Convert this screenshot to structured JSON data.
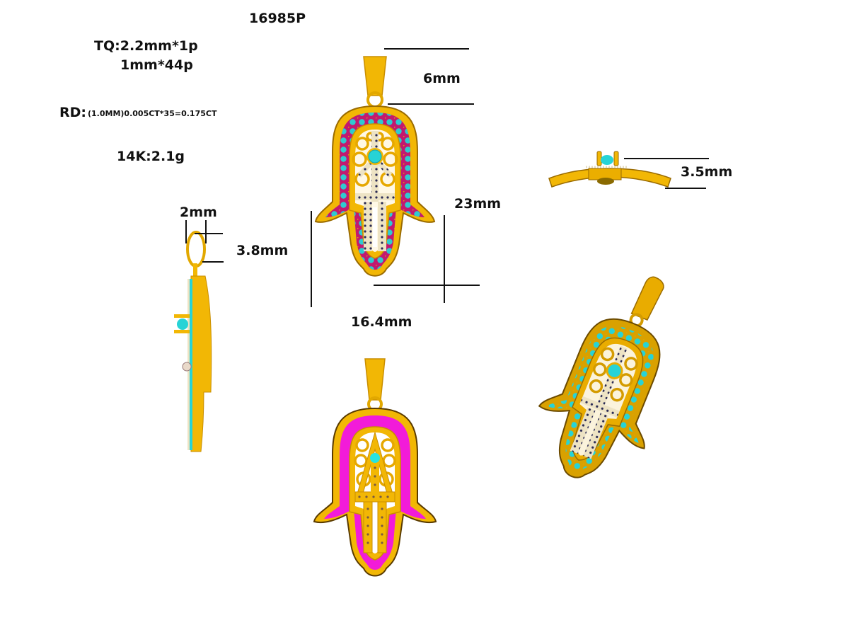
{
  "spec": {
    "model_number": "16985P",
    "tq_label": "TQ:",
    "tq_line1": "2.2mm*1p",
    "tq_line2": "1mm*44p",
    "rd_label": "RD:",
    "rd_value": "(1.0MM)0.005CT*35=0.175CT",
    "metal": "14K:2.1g"
  },
  "dimensions": {
    "bail_height": "6mm",
    "total_height": "23mm",
    "width": "16.4mm",
    "thickness": "3.5mm",
    "bail_opening_width": "2mm",
    "bail_opening_height": "3.8mm"
  },
  "views": {
    "front": "front-view-turquoise",
    "side": "side-view",
    "top": "top-view",
    "back": "back-view-enamel",
    "perspective": "perspective-view"
  },
  "colors": {
    "gold": "#F2B705",
    "gold_dark": "#C98E00",
    "turquoise": "#27D3D6",
    "magenta": "#F21BD9",
    "diamond": "#EDE6D8"
  }
}
